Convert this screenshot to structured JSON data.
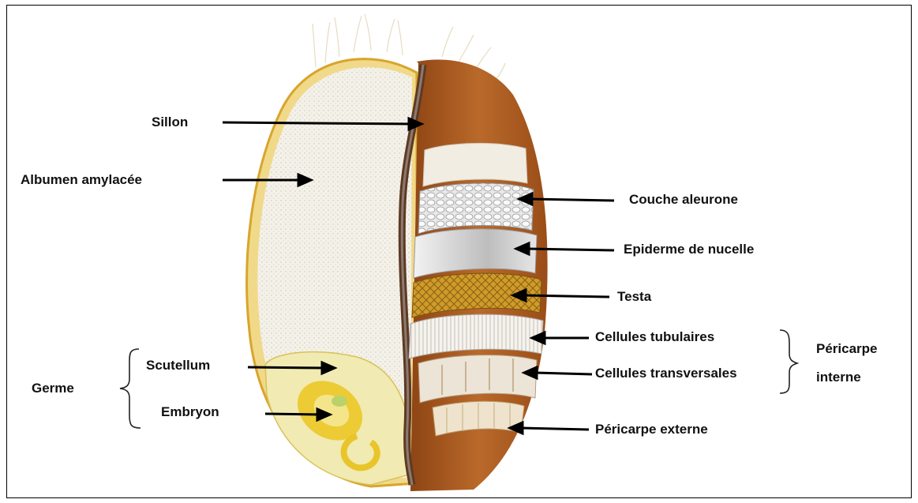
{
  "labels": {
    "sillon": "Sillon",
    "albumen": "Albumen amylacée",
    "couche_aleurone": "Couche aleurone",
    "epiderme_nucelle": "Epiderme de nucelle",
    "testa": "Testa",
    "cellules_tubulaires": "Cellules tubulaires",
    "cellules_transversales": "Cellules transversales",
    "pericarpe_externe": "Péricarpe externe",
    "germe": "Germe",
    "scutellum": "Scutellum",
    "embryon": "Embryon",
    "pericarpe_interne_line1": "Péricarpe",
    "pericarpe_interne_line2": "interne"
  },
  "colors": {
    "bran_brown": "#a8561c",
    "endosperm": "#f3efe6",
    "testa_gold": "#c99722",
    "germ_yellow": "#f2e9a6",
    "embryo_yellow": "#e9c928",
    "outline_gold": "#e0b23a"
  }
}
